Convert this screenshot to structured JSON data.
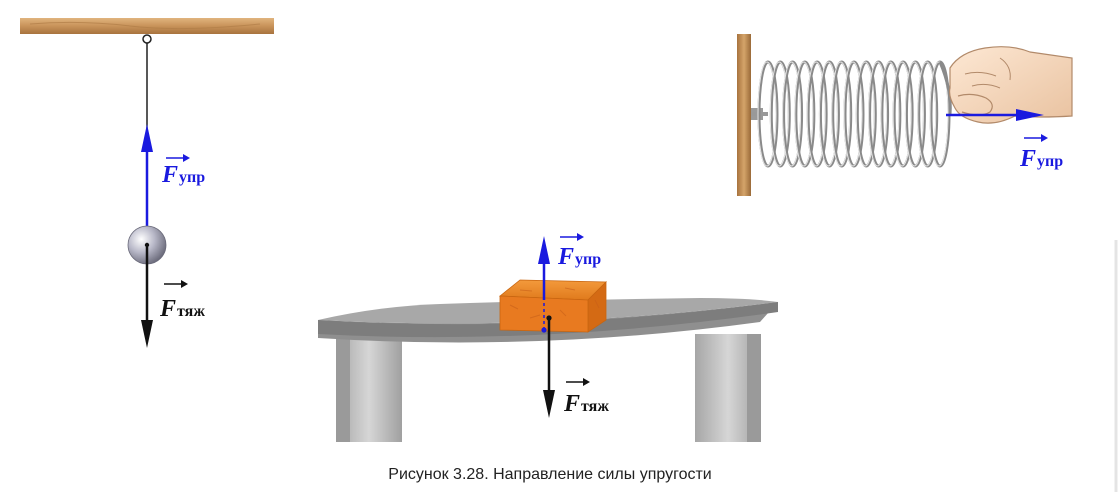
{
  "labels": {
    "force_letter": "F",
    "elastic_subscript": "упр",
    "gravity_subscript": "тяж"
  },
  "caption": "Рисунок 3.28. Направление силы упругости",
  "colors": {
    "elastic_force": "#1a1adf",
    "gravity_force": "#111111",
    "wood": "#c8935a",
    "brick": "#e8781f",
    "bench": "#b4b4b4"
  }
}
